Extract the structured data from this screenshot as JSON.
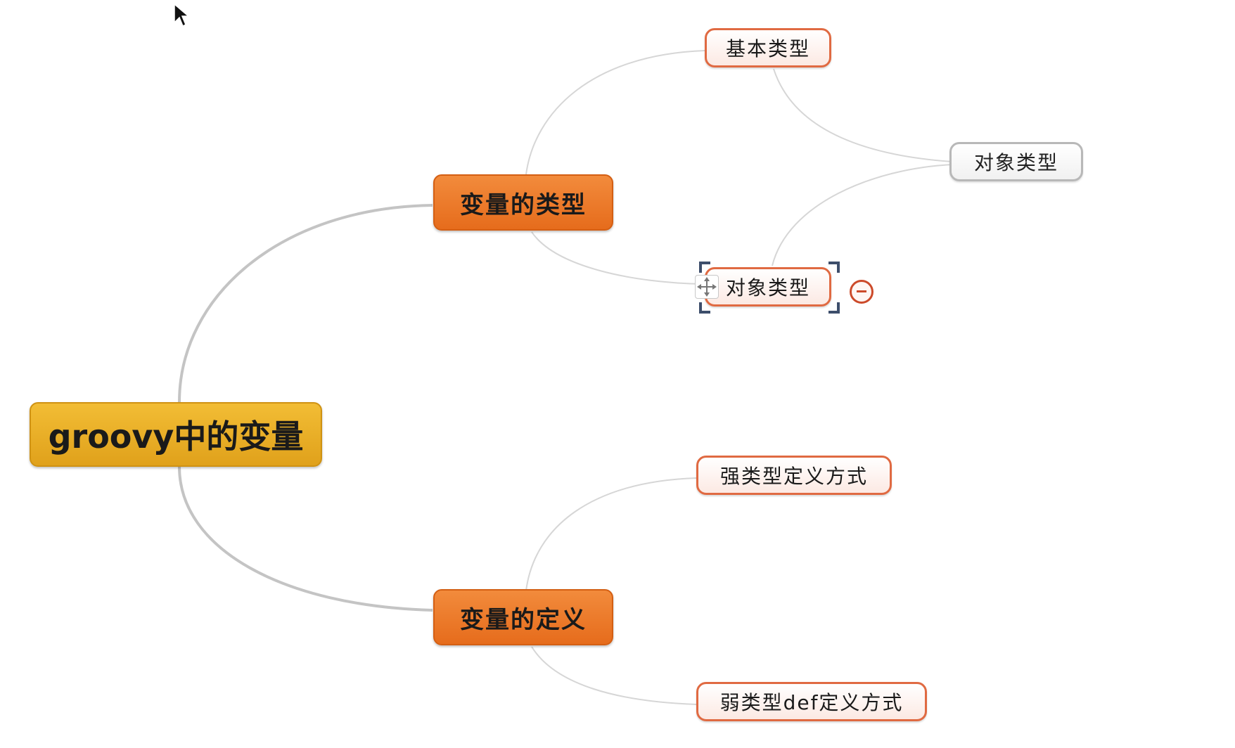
{
  "map": {
    "root": {
      "label": "groovy中的变量"
    },
    "branches": [
      {
        "label": "变量的类型",
        "children": [
          {
            "label": "基本类型"
          },
          {
            "label": "对象类型",
            "selected": true
          }
        ]
      },
      {
        "label": "变量的定义",
        "children": [
          {
            "label": "强类型定义方式"
          },
          {
            "label": "弱类型def定义方式"
          }
        ]
      }
    ],
    "floating_topic": {
      "label": "对象类型"
    }
  },
  "colors": {
    "root_fill": "#e9ad25",
    "branch_fill": "#ec7a2a",
    "sub_border": "#e06a42",
    "floating_border": "#b8b8b8",
    "connector": "#c8c8c8",
    "selection_handle": "#3d4e6b"
  },
  "icons": {
    "selection_move": "move-icon",
    "collapse": "collapse-icon",
    "pointer": "cursor-icon"
  }
}
